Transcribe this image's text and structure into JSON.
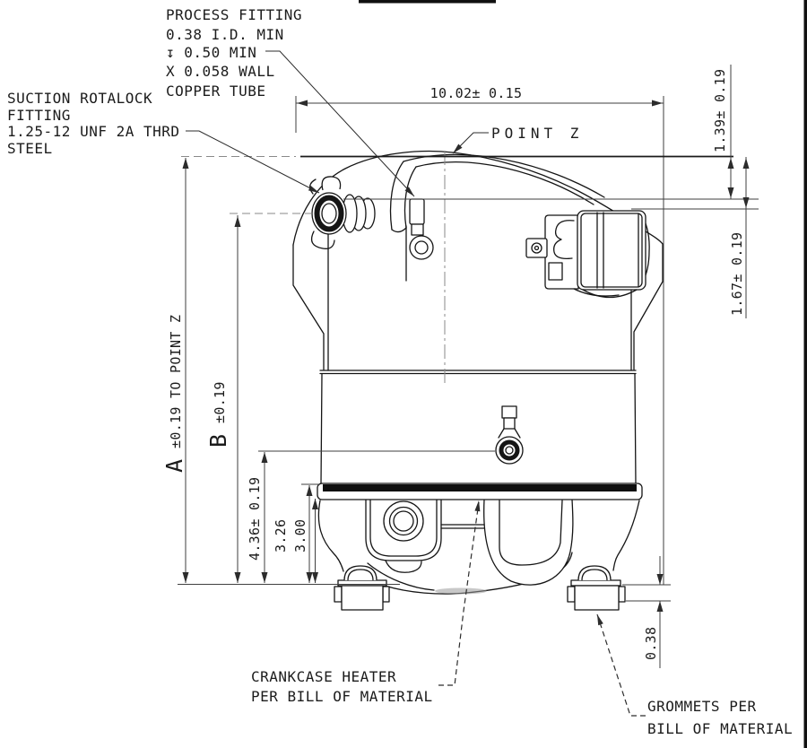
{
  "drawing": {
    "type": "compressor-outline-dimension-drawing",
    "labels": {
      "process_fitting": {
        "lines": [
          "PROCESS FITTING",
          "0.38 I.D. MIN",
          "↧ 0.50 MIN",
          "X 0.058 WALL",
          "COPPER TUBE"
        ]
      },
      "suction_fitting": {
        "lines": [
          "SUCTION ROTALOCK",
          "FITTING",
          "1.25-12 UNF 2A THRD",
          "STEEL"
        ]
      },
      "point_z": {
        "text": "POINT Z"
      },
      "crankcase_heater": {
        "lines": [
          "CRANKCASE HEATER",
          "PER BILL OF MATERIAL"
        ]
      },
      "grommets": {
        "lines": [
          "GROMMETS PER",
          "BILL OF MATERIAL"
        ]
      }
    },
    "dimensions": {
      "overall_width": {
        "text": "10.02± 0.15"
      },
      "top_right_upper": {
        "text": "1.39± 0.19"
      },
      "top_right_lower": {
        "text": "1.67± 0.19"
      },
      "height_a": {
        "letter": "A",
        "tolerance": "±0.19 TO POINT Z"
      },
      "height_b": {
        "letter": "B",
        "tolerance": "±0.19"
      },
      "oil_fitting_height": {
        "text": "4.36± 0.19"
      },
      "band_top_height": {
        "text": "3.26"
      },
      "band_bottom_height": {
        "text": "3.00"
      },
      "grommet_thickness": {
        "text": "0.38"
      }
    },
    "colors": {
      "background": "#ffffff",
      "object_line": "#151515",
      "dimension_line": "#3f3f3f",
      "text": "#1c1c1c"
    }
  }
}
